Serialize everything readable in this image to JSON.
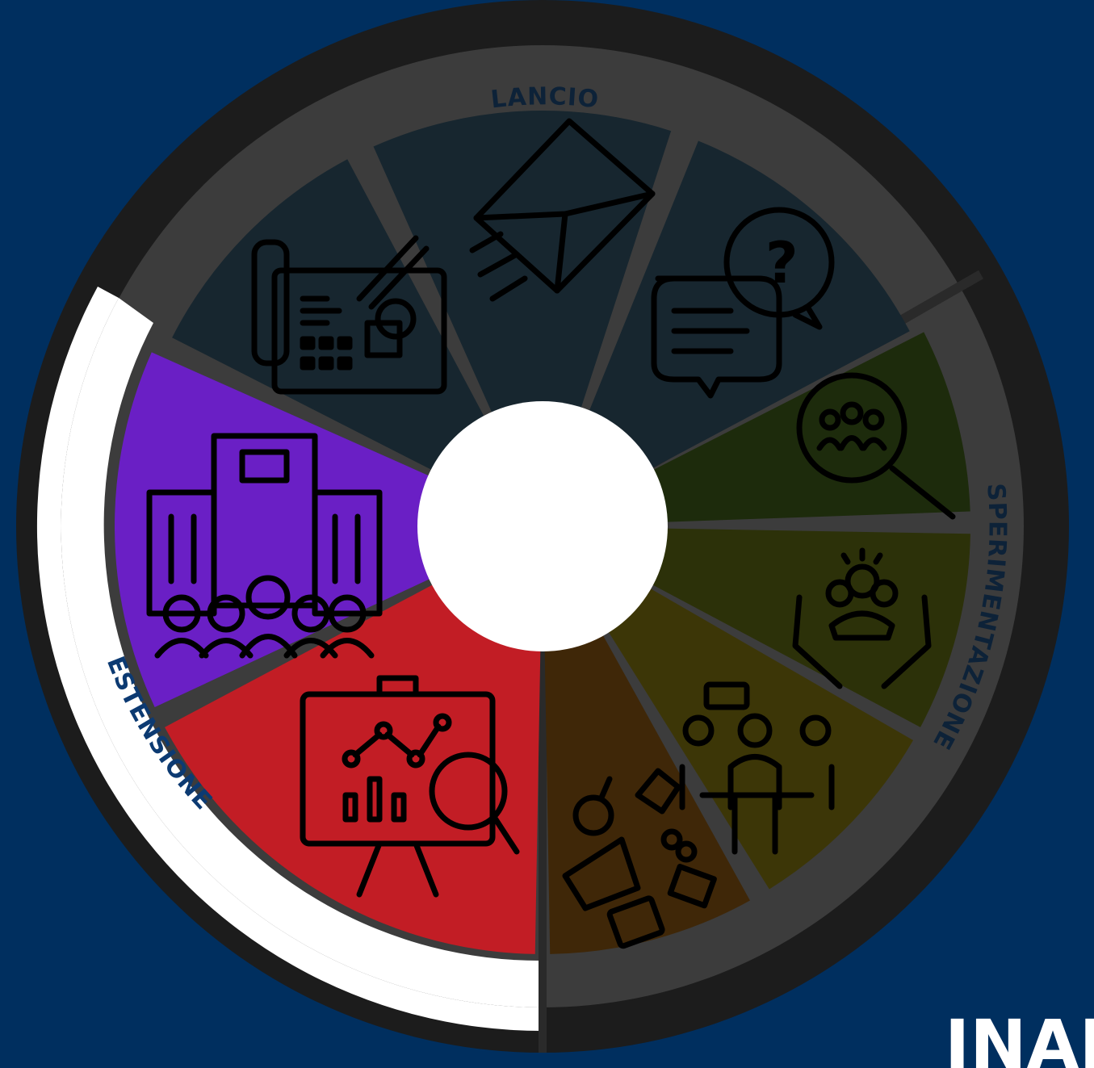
{
  "colors": {
    "background": "#002f5f",
    "ring_outer": "#1c1c1c",
    "ring_inner": "#3c3c3c",
    "ring_active": "#ffffff",
    "label_active": "#0c3a72",
    "label_inactive": "#0d2238",
    "hub": "#ffffff",
    "lancio_tint": "#17262f",
    "sperimentazione_tint_1": "#1d2b0c",
    "sperimentazione_tint_2": "#2c3109",
    "sperimentazione_tint_3": "#3c3607",
    "sperimentazione_tint_4": "#3f2708",
    "estensione_red": "#c21d25",
    "estensione_purple": "#6a1fc5"
  },
  "phases": [
    {
      "id": "lancio",
      "label": "LANCIO",
      "active": false
    },
    {
      "id": "sperimentazione",
      "label": "SPERIMENTAZIONE",
      "active": false
    },
    {
      "id": "estensione",
      "label": "ESTENSIONE",
      "active": true
    }
  ],
  "segments": [
    {
      "phase": "lancio",
      "icon": "phone-document-pencil-icon",
      "color_key": "lancio_tint"
    },
    {
      "phase": "lancio",
      "icon": "flying-envelope-icon",
      "color_key": "lancio_tint"
    },
    {
      "phase": "lancio",
      "icon": "chat-question-bubbles-icon",
      "color_key": "lancio_tint"
    },
    {
      "phase": "sperimentazione",
      "icon": "group-magnifier-icon",
      "color_key": "sperimentazione_tint_1"
    },
    {
      "phase": "sperimentazione",
      "icon": "hands-holding-team-icon",
      "color_key": "sperimentazione_tint_2"
    },
    {
      "phase": "sperimentazione",
      "icon": "team-meeting-table-icon",
      "color_key": "sperimentazione_tint_3"
    },
    {
      "phase": "sperimentazione",
      "icon": "marketing-megaphone-icon",
      "color_key": "sperimentazione_tint_4"
    },
    {
      "phase": "estensione",
      "icon": "analytics-easel-magnifier-icon",
      "color_key": "estensione_red"
    },
    {
      "phase": "estensione",
      "icon": "office-building-people-icon",
      "color_key": "estensione_purple"
    }
  ],
  "logo": {
    "text": "INAIL"
  }
}
